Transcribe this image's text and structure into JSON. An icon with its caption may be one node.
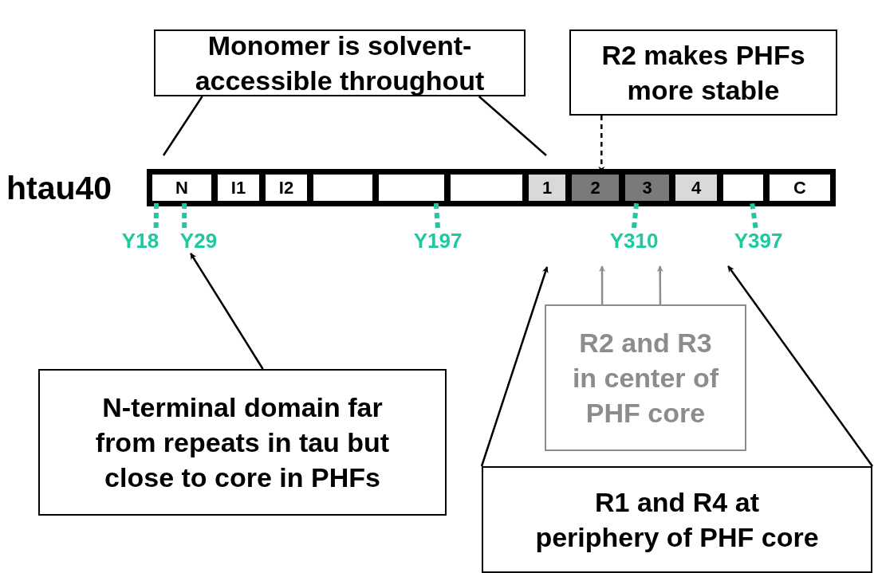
{
  "diagram": {
    "nodes": [
      {
        "text": [
          "Monomer is solvent-accessible throughout"
        ]
      },
      {
        "text": [
          "R2 makes PHFs more stable"
        ]
      },
      {
        "text": [
          "N"
        ]
      },
      {
        "text": [
          "I1"
        ]
      },
      {
        "text": [
          "I2"
        ]
      },
      {
        "text": [],
        "shape": "box"
      },
      {
        "text": [],
        "shape": "box"
      },
      {
        "text": [],
        "shape": "box"
      },
      {
        "text": [
          "1"
        ]
      },
      {
        "text": [
          "2"
        ]
      },
      {
        "text": [
          "3"
        ]
      },
      {
        "text": [
          "4"
        ]
      },
      {
        "text": [],
        "shape": "box"
      },
      {
        "text": [
          "C"
        ]
      },
      {
        "text": [
          "Y18"
        ]
      },
      {
        "text": [
          "Y29"
        ]
      },
      {
        "text": [
          "Y197"
        ]
      },
      {
        "text": [
          "Y310"
        ]
      },
      {
        "text": [
          "Y397"
        ]
      },
      {
        "text": [
          "R2 and R3 in center of PHF core"
        ]
      },
      {
        "text": [
          "N-terminal domain far from repeats in tau but close to core in PHFs"
        ]
      },
      {
        "text": [
          "R1 and R4 at periphery of PHF core"
        ]
      }
    ],
    "edges": [
      {
        "from": 0,
        "to": null,
        "arrow": "none"
      },
      {
        "from": 0,
        "to": null,
        "arrow": "none"
      },
      {
        "from": 1,
        "to": 9,
        "arrow": "to",
        "style": "dashed"
      },
      {
        "from": 14,
        "to": 2,
        "arrow": "none",
        "style": "dashed",
        "color": "#1ec9a0"
      },
      {
        "from": 15,
        "to": 2,
        "arrow": "none",
        "style": "dashed",
        "color": "#1ec9a0"
      },
      {
        "from": 16,
        "to": 6,
        "arrow": "none",
        "style": "dashed",
        "color": "#1ec9a0"
      },
      {
        "from": 17,
        "to": 10,
        "arrow": "none",
        "style": "dashed",
        "color": "#1ec9a0"
      },
      {
        "from": 18,
        "to": 12,
        "arrow": "none",
        "style": "dashed",
        "color": "#1ec9a0"
      },
      {
        "from": 20,
        "to": 15,
        "arrow": "to"
      },
      {
        "from": 21,
        "to": null,
        "arrow": "to"
      },
      {
        "from": 21,
        "to": 18,
        "arrow": "to"
      },
      {
        "from": 19,
        "to": 17,
        "arrow": "to",
        "color": "#8c8c8c"
      },
      {
        "from": 19,
        "to": 17,
        "arrow": "to",
        "color": "#8c8c8c"
      }
    ],
    "labels": [
      "htau40"
    ]
  }
}
